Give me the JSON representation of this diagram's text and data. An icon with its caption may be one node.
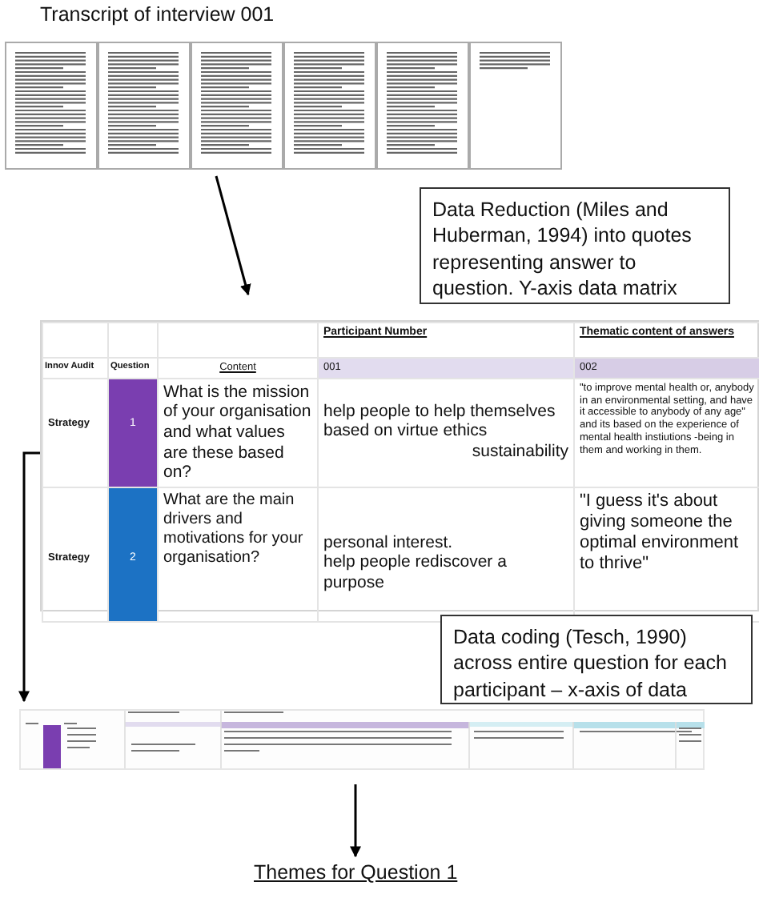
{
  "diagram": {
    "nodes": [
      {
        "text": [
          "Transcript of interview 001"
        ]
      },
      {
        "text": [
          "Data Reduction (Miles and Huberman, 1994) into quotes representing answer to question. Y-axis data matrix"
        ]
      },
      {
        "text": [],
        "shape": "box"
      },
      {
        "text": [
          "Data coding (Tesch, 1990) across entire question for each participant – x-axis of data"
        ]
      },
      {
        "text": [],
        "shape": "picture"
      },
      {
        "text": [
          "Themes for Question 1"
        ]
      }
    ],
    "edges": [
      {
        "from": 0,
        "to": 2,
        "arrow": "to"
      },
      {
        "from": 2,
        "to": 4,
        "arrow": "to"
      },
      {
        "from": 4,
        "to": 5,
        "arrow": "to"
      }
    ],
    "labels": [
      "Participant Number",
      "Thematic content of answers",
      "Innov Audit",
      "Question",
      "Content",
      "001",
      "002",
      "Strategy",
      "1",
      "What is the mission of your organisation and what values are these based on?",
      "help people to help themselves based on virtue ethics",
      "sustainability",
      "\"to improve mental health or, anybody in an environmental setting, and have it accessible to anybody of any age\" and its based on the experience of mental health instiutions -being in them and working in them.",
      "Strategy",
      "2",
      "What are the main drivers and motivations for your organisation?",
      "personal interest.",
      "help people rediscover a purpose",
      "\"I guess it's about giving someone the optimal environment to thrive\""
    ]
  }
}
